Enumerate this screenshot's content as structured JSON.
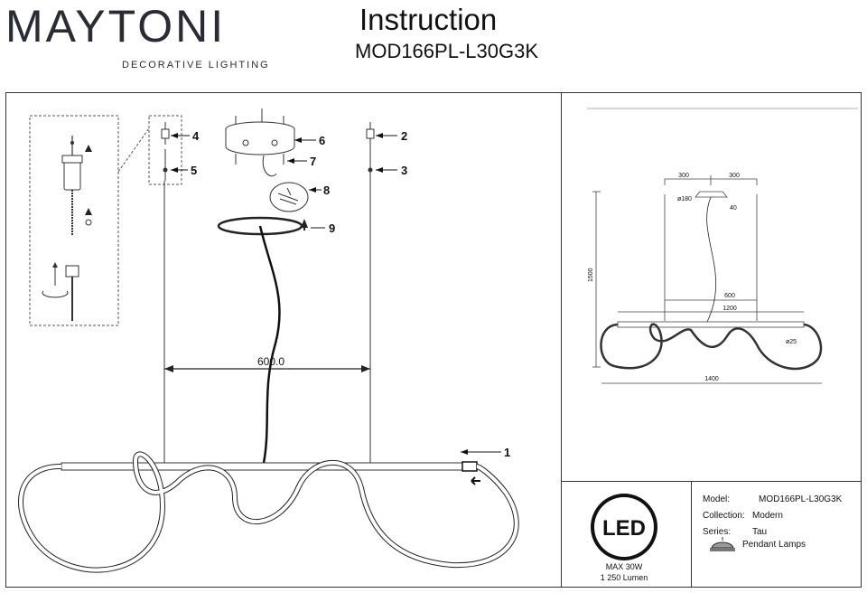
{
  "header": {
    "brand": "MAYTONI",
    "tagline": "DECORATIVE LIGHTING",
    "title": "Instruction",
    "model": "MOD166PL-L30G3K"
  },
  "drawing": {
    "callouts": [
      "1",
      "2",
      "3",
      "4",
      "5",
      "6",
      "7",
      "8",
      "9"
    ],
    "span_dimension": "600.0"
  },
  "dimensions": {
    "top_left": "300",
    "top_right": "300",
    "canopy_dia": "ø180",
    "canopy_h": "40",
    "height": "1500",
    "span": "600",
    "inner_len": "1200",
    "tube_dia": "ø25",
    "total_len": "1400"
  },
  "led": {
    "badge": "LED",
    "power": "MAX 30W",
    "lumen": "1 250 Lumen"
  },
  "info": {
    "model_label": "Model:",
    "model_value": "MOD166PL-L30G3K",
    "collection_label": "Collection:",
    "collection_value": "Modern",
    "series_label": "Series:",
    "series_value": "Tau",
    "type_value": "Pendant Lamps"
  }
}
